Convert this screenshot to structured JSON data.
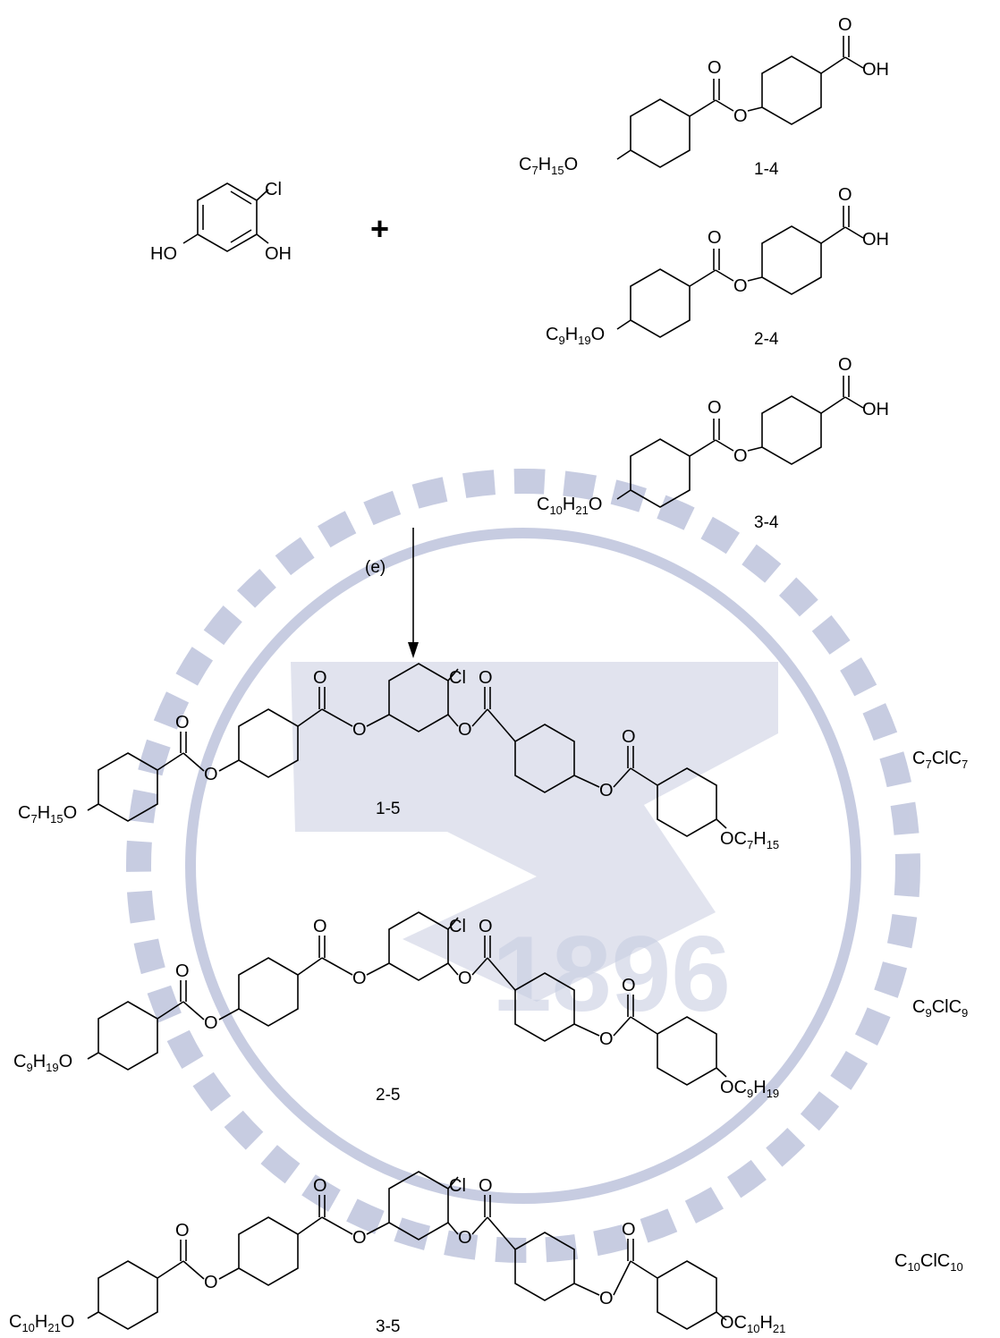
{
  "colors": {
    "ink": "#000000",
    "watermark": "#9aa4c9",
    "background": "#ffffff"
  },
  "atoms": {
    "cl": "Cl",
    "oh": "OH",
    "ho": "HO",
    "o": "O"
  },
  "reaction": {
    "plus": "+",
    "condition": "(e)"
  },
  "reactant_labels": [
    "1-4",
    "2-4",
    "3-4"
  ],
  "reactant_chains": [
    {
      "c": "C",
      "n": "7",
      "h": "H",
      "m": "15",
      "o": "O"
    },
    {
      "c": "C",
      "n": "9",
      "h": "H",
      "m": "19",
      "o": "O"
    },
    {
      "c": "C",
      "n": "10",
      "h": "H",
      "m": "21",
      "o": "O"
    }
  ],
  "products": [
    {
      "label": "1-5",
      "left": {
        "c": "C",
        "n": "7",
        "h": "H",
        "m": "15",
        "o": "O"
      },
      "right": {
        "o": "OC",
        "n": "7",
        "h": "H",
        "m": "15"
      },
      "code": {
        "a": "C",
        "n1": "7",
        "b": "ClC",
        "n2": "7"
      }
    },
    {
      "label": "2-5",
      "left": {
        "c": "C",
        "n": "9",
        "h": "H",
        "m": "19",
        "o": "O"
      },
      "right": {
        "o": "OC",
        "n": "9",
        "h": "H",
        "m": "19"
      },
      "code": {
        "a": "C",
        "n1": "9",
        "b": "ClC",
        "n2": "9"
      }
    },
    {
      "label": "3-5",
      "left": {
        "c": "C",
        "n": "10",
        "h": "H",
        "m": "21",
        "o": "O"
      },
      "right": {
        "o": "OC",
        "n": "10",
        "h": "H",
        "m": "21"
      },
      "code": {
        "a": "C",
        "n1": "10",
        "b": "ClC",
        "n2": "10"
      }
    }
  ]
}
